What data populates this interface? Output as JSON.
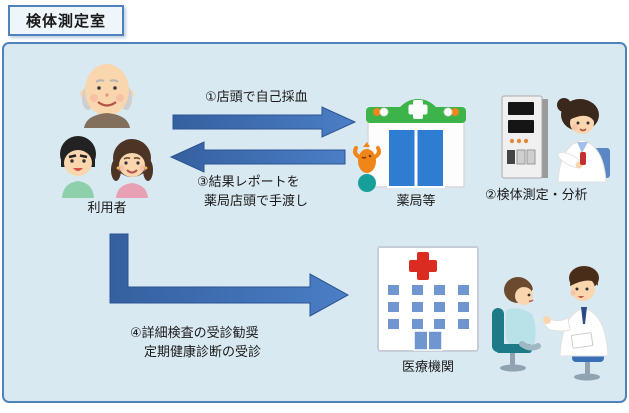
{
  "title": "検体測定室",
  "labels": {
    "users": "利用者",
    "step1": "①店頭で自己採血",
    "step3_line1": "③結果レポートを",
    "step3_line2": "薬局店頭で手渡し",
    "pharmacy": "薬局等",
    "step2": "②検体測定・分析",
    "step4_line1": "④詳細検査の受診勧奨",
    "step4_line2": "定期健康診断の受診",
    "hospital": "医療機関"
  },
  "icons": {
    "users": "elderly-man, man, woman group illustration",
    "arrow1": "right-arrow",
    "arrow3": "left-arrow",
    "arrow4": "elbow-down-right-arrow",
    "pharmacy": "pharmacy storefront with green cross roof and capsules",
    "mascot": "orange mascot on teal ball",
    "analyzer": "blood analyzer device",
    "technician": "female lab technician with sample",
    "hospital": "hospital building with red cross",
    "consultation": "doctor consulting seated patient"
  },
  "colors": {
    "panel_bg": "#d9e9f2",
    "panel_border": "#4f81bd",
    "arrow_blue": "#3b6ab0",
    "pharmacy_green": "#3cb44a",
    "door_blue": "#2f7dd2",
    "cross_red": "#da2c20",
    "window_blue": "#7096cf",
    "mascot_orange": "#f08519",
    "mascot_ball": "#17a09a"
  }
}
